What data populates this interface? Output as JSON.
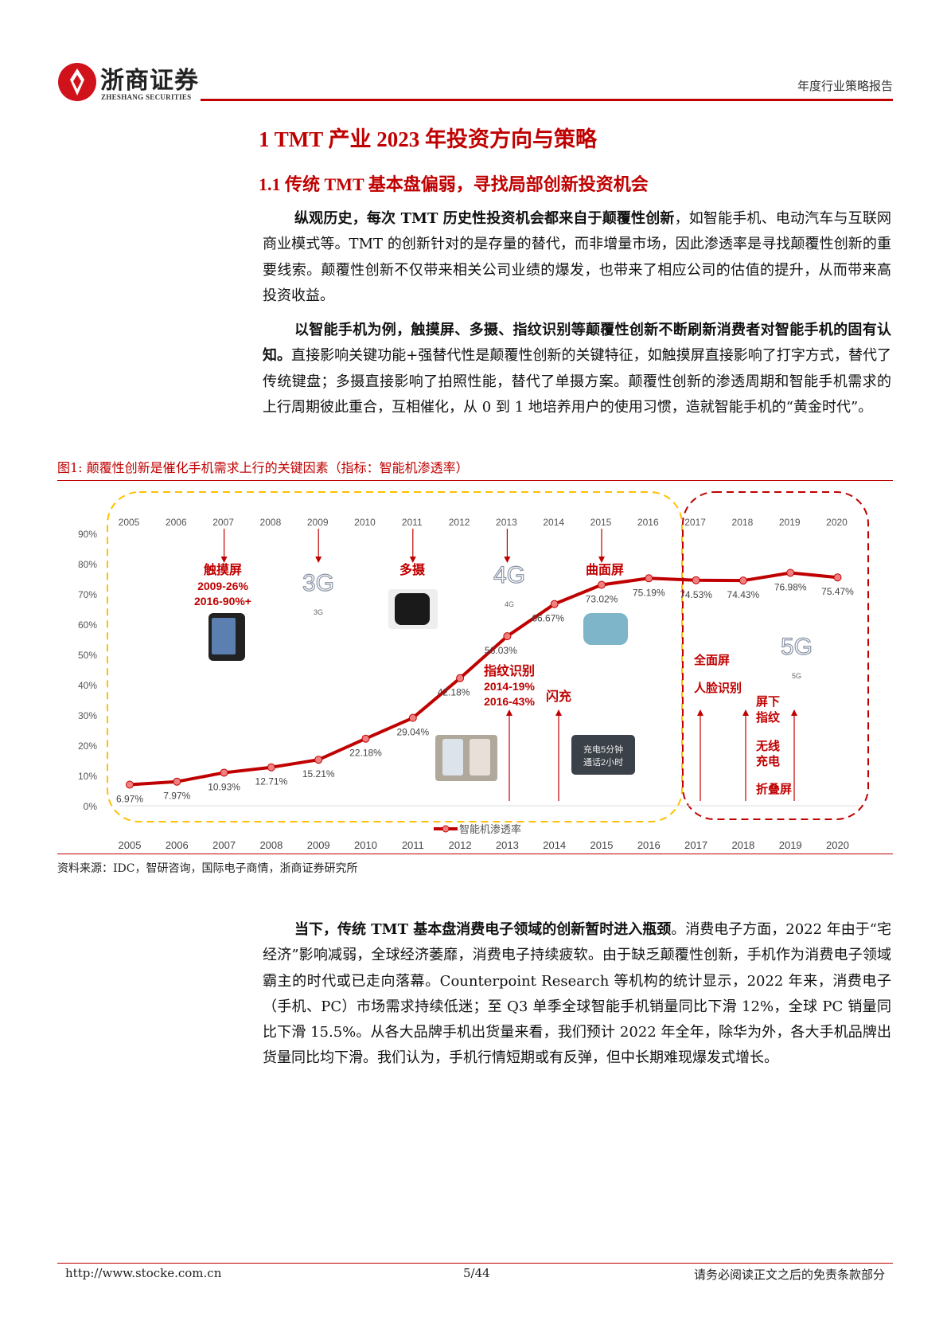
{
  "header": {
    "brand": "浙商证券",
    "brand_en": "ZHESHANG SECURITIES",
    "report_type": "年度行业策略报告"
  },
  "h1": "1 TMT 产业 2023 年投资方向与策略",
  "h2": "1.1 传统 TMT 基本盘偏弱，寻找局部创新投资机会",
  "p1": {
    "bold": "纵观历史，每次 TMT 历史性投资机会都来自于颠覆性创新",
    "rest": "，如智能手机、电动汽车与互联网商业模式等。TMT 的创新针对的是存量的替代，而非增量市场，因此渗透率是寻找颠覆性创新的重要线索。颠覆性创新不仅带来相关公司业绩的爆发，也带来了相应公司的估值的提升，从而带来高投资收益。"
  },
  "p2": {
    "bold": "以智能手机为例，触摸屏、多摄、指纹识别等颠覆性创新不断刷新消费者对智能手机的固有认知。",
    "rest": "直接影响关键功能+强替代性是颠覆性创新的关键特征，如触摸屏直接影响了打字方式，替代了传统键盘；多摄直接影响了拍照性能，替代了单摄方案。颠覆性创新的渗透周期和智能手机需求的上行周期彼此重合，互相催化，从 0 到 1 地培养用户的使用习惯，造就智能手机的“黄金时代”。"
  },
  "figure_caption": "图1:   颠覆性创新是催化手机需求上行的关键因素（指标：智能机渗透率）",
  "source": "资料来源：IDC，智研咨询，国际电子商情，浙商证券研究所",
  "p3": {
    "bold": "当下，传统 TMT 基本盘消费电子领域的创新暂时进入瓶颈",
    "rest": "。消费电子方面，2022 年由于“宅经济”影响减弱，全球经济萎靡，消费电子持续疲软。由于缺乏颠覆性创新，手机作为消费电子领域霸主的时代或已走向落幕。Counterpoint Research 等机构的统计显示，2022 年来，消费电子（手机、PC）市场需求持续低迷；至 Q3 单季全球智能手机销量同比下滑 12%，全球 PC 销量同比下滑 15.5%。从各大品牌手机出货量来看，我们预计 2022 年全年，除华为外，各大手机品牌出货量同比均下滑。我们认为，手机行情短期或有反弹，但中长期难现爆发式增长。"
  },
  "footer": {
    "url": "http://www.stocke.com.cn",
    "page": "5/44",
    "disclaimer": "请务必阅读正文之后的免责条款部分"
  },
  "chart_data": {
    "type": "line",
    "categories": [
      "2005",
      "2006",
      "2007",
      "2008",
      "2009",
      "2010",
      "2011",
      "2012",
      "2013",
      "2014",
      "2015",
      "2016",
      "2017",
      "2018",
      "2019",
      "2020"
    ],
    "series": [
      {
        "name": "智能机渗透率",
        "values": [
          6.97,
          7.97,
          10.93,
          12.71,
          15.21,
          22.18,
          29.04,
          42.18,
          56.03,
          66.67,
          73.02,
          75.19,
          74.53,
          74.43,
          76.98,
          75.47
        ]
      }
    ],
    "data_labels": [
      "6.97%",
      "7.97%",
      "10.93%",
      "12.71%",
      "15.21%",
      "22.18%",
      "29.04%",
      "42.18%",
      "56.03%",
      "66.67%",
      "73.02%",
      "75.19%",
      "74.53%",
      "74.43%",
      "76.98%",
      "75.47%"
    ],
    "yticks": [
      "0%",
      "10%",
      "20%",
      "30%",
      "40%",
      "50%",
      "60%",
      "70%",
      "80%",
      "90%"
    ],
    "ylim": [
      0,
      90
    ],
    "line_color": "#c00000",
    "annotations": {
      "touch": [
        "触摸屏",
        "2009-26%",
        "2016-90%+"
      ],
      "g3": "3G",
      "multicam": "多摄",
      "g4": "4G",
      "curved": "曲面屏",
      "fingerprint": [
        "指纹识别",
        "2014-19%",
        "2016-43%"
      ],
      "fastcharge": "闪充",
      "fastcharge_img": [
        "充电5分钟",
        "通话2小时"
      ],
      "fullscreen": "全面屏",
      "face": "人脸识别",
      "underscreen": [
        "屏下",
        "指纹"
      ],
      "wireless": [
        "无线",
        "充电"
      ],
      "foldable": "折叠屏",
      "g5": "5G"
    },
    "box_colors": {
      "before_2017": "#ffc000",
      "after_2017": "#c00000"
    }
  }
}
